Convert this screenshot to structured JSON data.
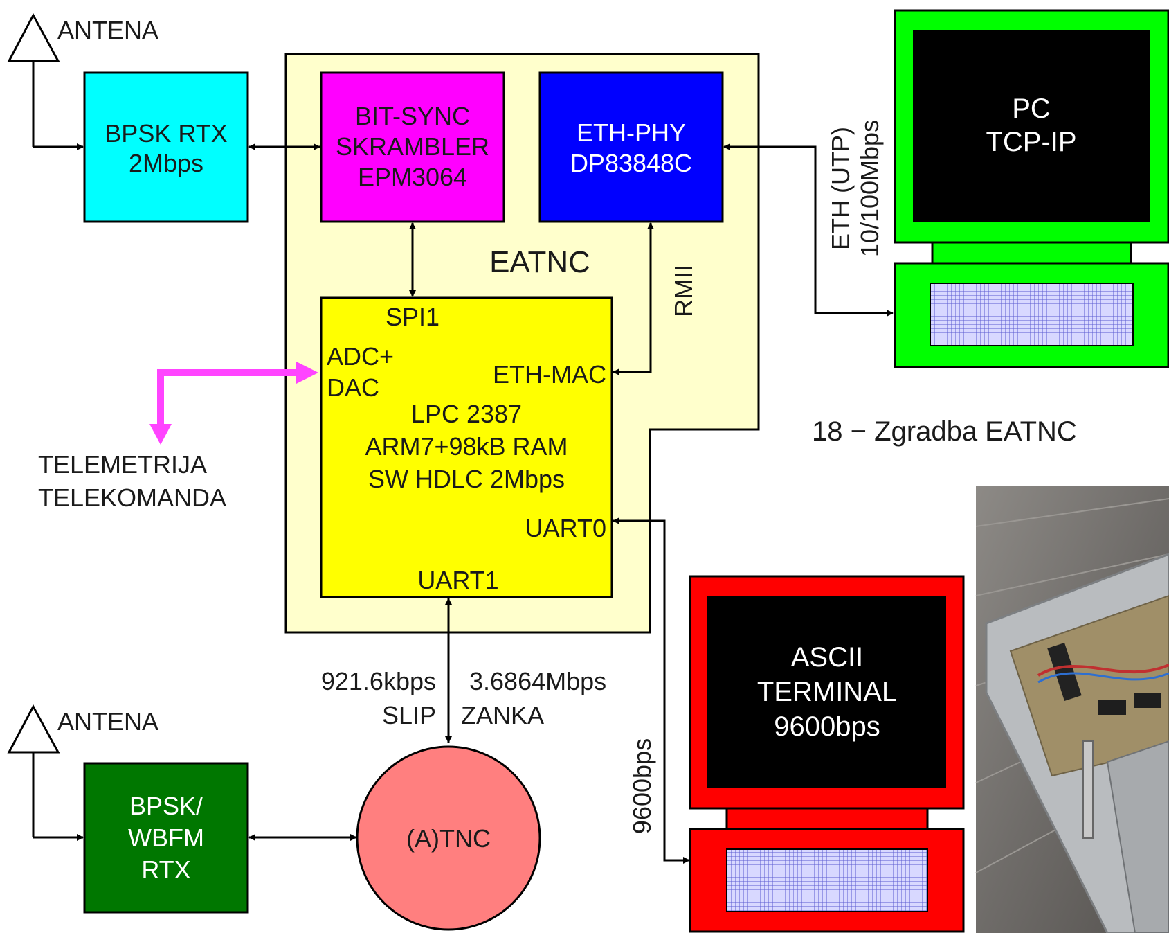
{
  "antenna_top": "ANTENA",
  "antenna_bottom": "ANTENA",
  "bpsk_rtx": {
    "line1": "BPSK RTX",
    "line2": "2Mbps"
  },
  "bitsync": {
    "line1": "BIT-SYNC",
    "line2": "SKRAMBLER",
    "line3": "EPM3064"
  },
  "ethphy": {
    "line1": "ETH-PHY",
    "line2": "DP83848C"
  },
  "eatnc_label": "EATNC",
  "rmii_label": "RMII",
  "lpc": {
    "spi1": "SPI1",
    "adc": "ADC+",
    "dac": "DAC",
    "ethmac": "ETH-MAC",
    "line1": "LPC 2387",
    "line2": "ARM7+98kB RAM",
    "line3": "SW HDLC 2Mbps",
    "uart0": "UART0",
    "uart1": "UART1"
  },
  "telemetry": {
    "line1": "TELEMETRIJA",
    "line2": "TELEKOMANDA"
  },
  "pc": {
    "line1": "PC",
    "line2": "TCP-IP"
  },
  "eth_link": {
    "line1": "ETH (UTP)",
    "line2": "10/100Mbps"
  },
  "caption": "18 − Zgradba EATNC",
  "uart1_link": {
    "left1": "921.6kbps",
    "left2": "SLIP",
    "right1": "3.6864Mbps",
    "right2": "ZANKA"
  },
  "terminal": {
    "line1": "ASCII",
    "line2": "TERMINAL",
    "line3": "9600bps"
  },
  "terminal_link": "9600bps",
  "wbfm": {
    "line1": "BPSK/",
    "line2": "WBFM",
    "line3": "RTX"
  },
  "atnc": "(A)TNC",
  "colors": {
    "bpsk_rtx": "#00ffff",
    "bitsync": "#ff00ff",
    "ethphy": "#0000ff",
    "lpc": "#ffff00",
    "eatnc_bg": "#ffffcc",
    "pc_frame": "#00ff00",
    "terminal_frame": "#ff0000",
    "wbfm": "#007700",
    "atnc": "#ff7f7f",
    "telemetry_arrow": "#ff44ff"
  }
}
